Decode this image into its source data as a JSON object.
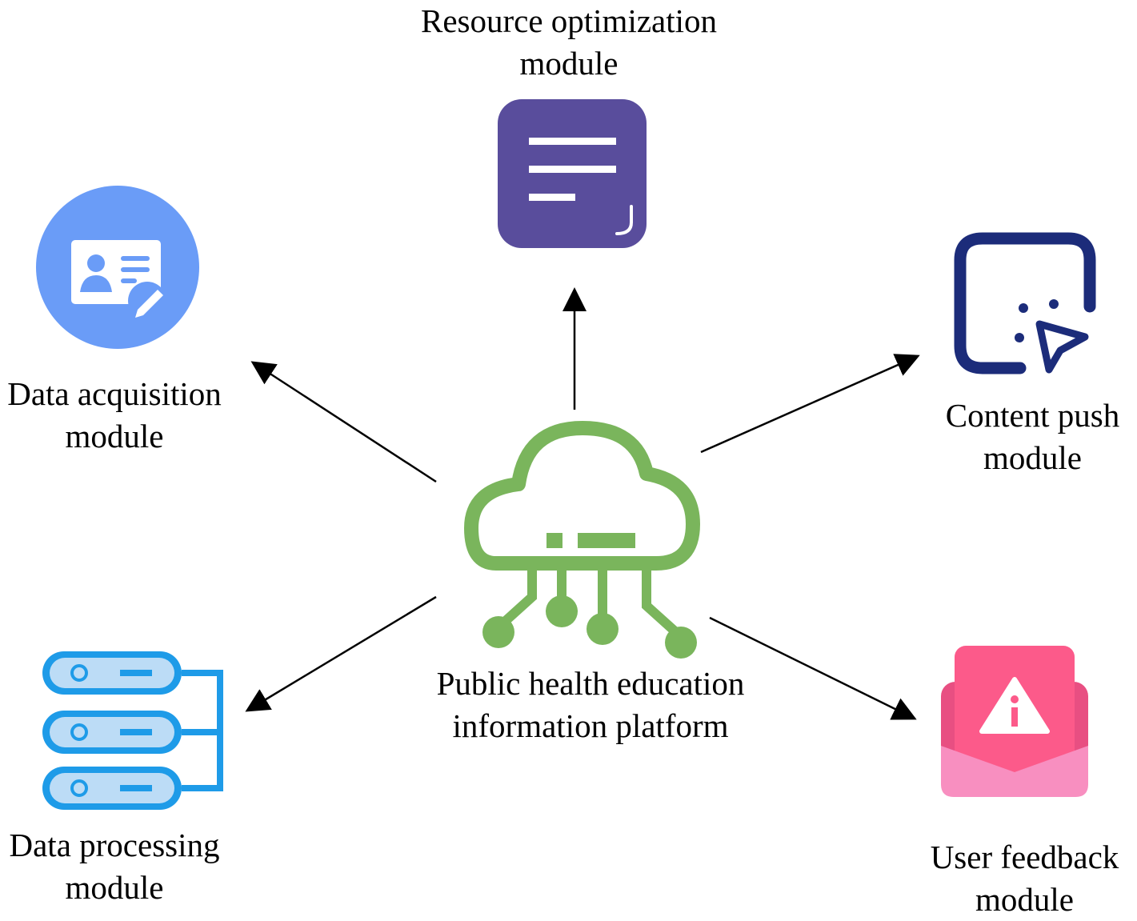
{
  "center": {
    "line1": "Public health education",
    "line2": "information platform",
    "icon": "cloud-network-icon"
  },
  "modules": {
    "resource_optimization": {
      "line1": "Resource optimization",
      "line2": "module",
      "icon": "document-lines-icon"
    },
    "data_acquisition": {
      "line1": "Data acquisition",
      "line2": "module",
      "icon": "id-card-edit-icon"
    },
    "content_push": {
      "line1": "Content push",
      "line2": "module",
      "icon": "cursor-click-icon"
    },
    "data_processing": {
      "line1": "Data processing",
      "line2": "module",
      "icon": "server-stack-icon"
    },
    "user_feedback": {
      "line1": "User feedback",
      "line2": "module",
      "icon": "mail-alert-icon"
    }
  },
  "colors": {
    "cloud": "#7ab55c",
    "resource": "#594d9c",
    "acquisition": "#6a9cf7",
    "content": "#1c2c7a",
    "processing": "#1e9be8",
    "processing_fill": "#bcdcf6",
    "feedback_top": "#fc5a8a",
    "feedback_bottom": "#f88fc0",
    "arrow": "#000000"
  }
}
